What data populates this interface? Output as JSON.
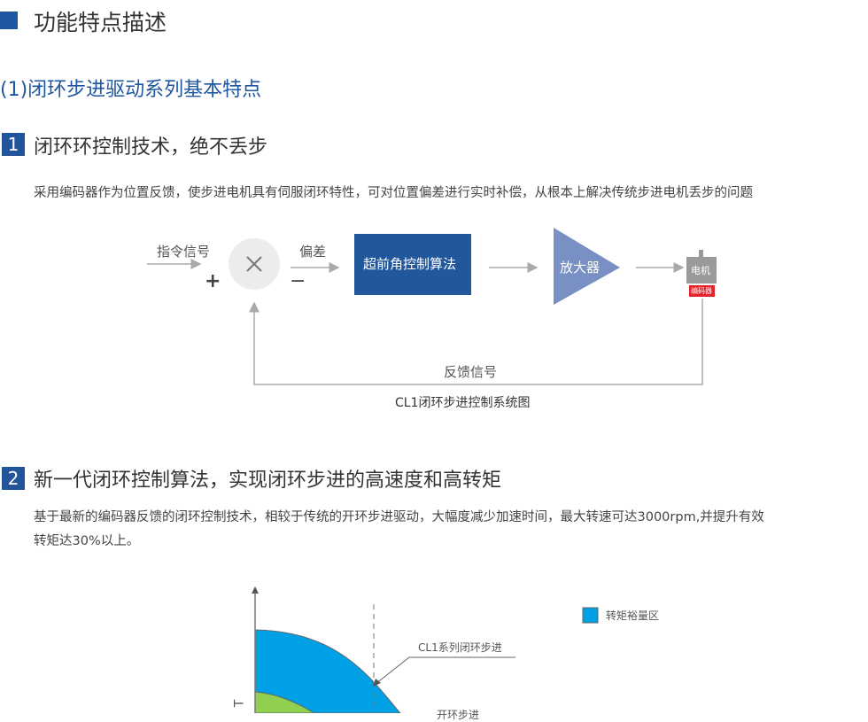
{
  "section_title": "功能特点描述",
  "subtitle": "(1)闭环步进驱动系列基本特点",
  "features": [
    {
      "num": "1",
      "title": "闭环环控制技术，绝不丢步",
      "paragraph": [
        "采用编码器作为位置反馈，使步进电机具有伺服闭环特性，可对位置偏差进行实时补偿，从根本上解决传统步进电机丢步的问题"
      ]
    },
    {
      "num": "2",
      "title": "新一代闭环控制算法，实现闭环步进的高速度和高转矩",
      "paragraph": [
        "基于最新的编码器反馈的闭环控制技术，相较于传统的开环步进驱动，大幅度减少加速时间，最大转速可达3000rpm,并提升有效",
        "转矩达30%以上。"
      ]
    }
  ],
  "diagram": {
    "input": "指令信号",
    "plus": "+",
    "minus": "−",
    "error": "偏差",
    "controller": "超前角控制算法",
    "amplifier": "放大器",
    "motor": "电机",
    "encoder": "编码器",
    "feedback": "反馈信号",
    "caption": "CL1闭环步进控制系统图",
    "colors": {
      "controller": "#22579c",
      "amplifier": "#7890c4",
      "encoder": "#e5232b"
    }
  },
  "torque_chart": {
    "legend": "转矩裕量区",
    "closed_loop": "CL1系列闭环步进",
    "open_loop": "开环步进",
    "y_axis": "T",
    "colors": {
      "margin": "#00a0e6",
      "open": "#8fd14f"
    }
  }
}
